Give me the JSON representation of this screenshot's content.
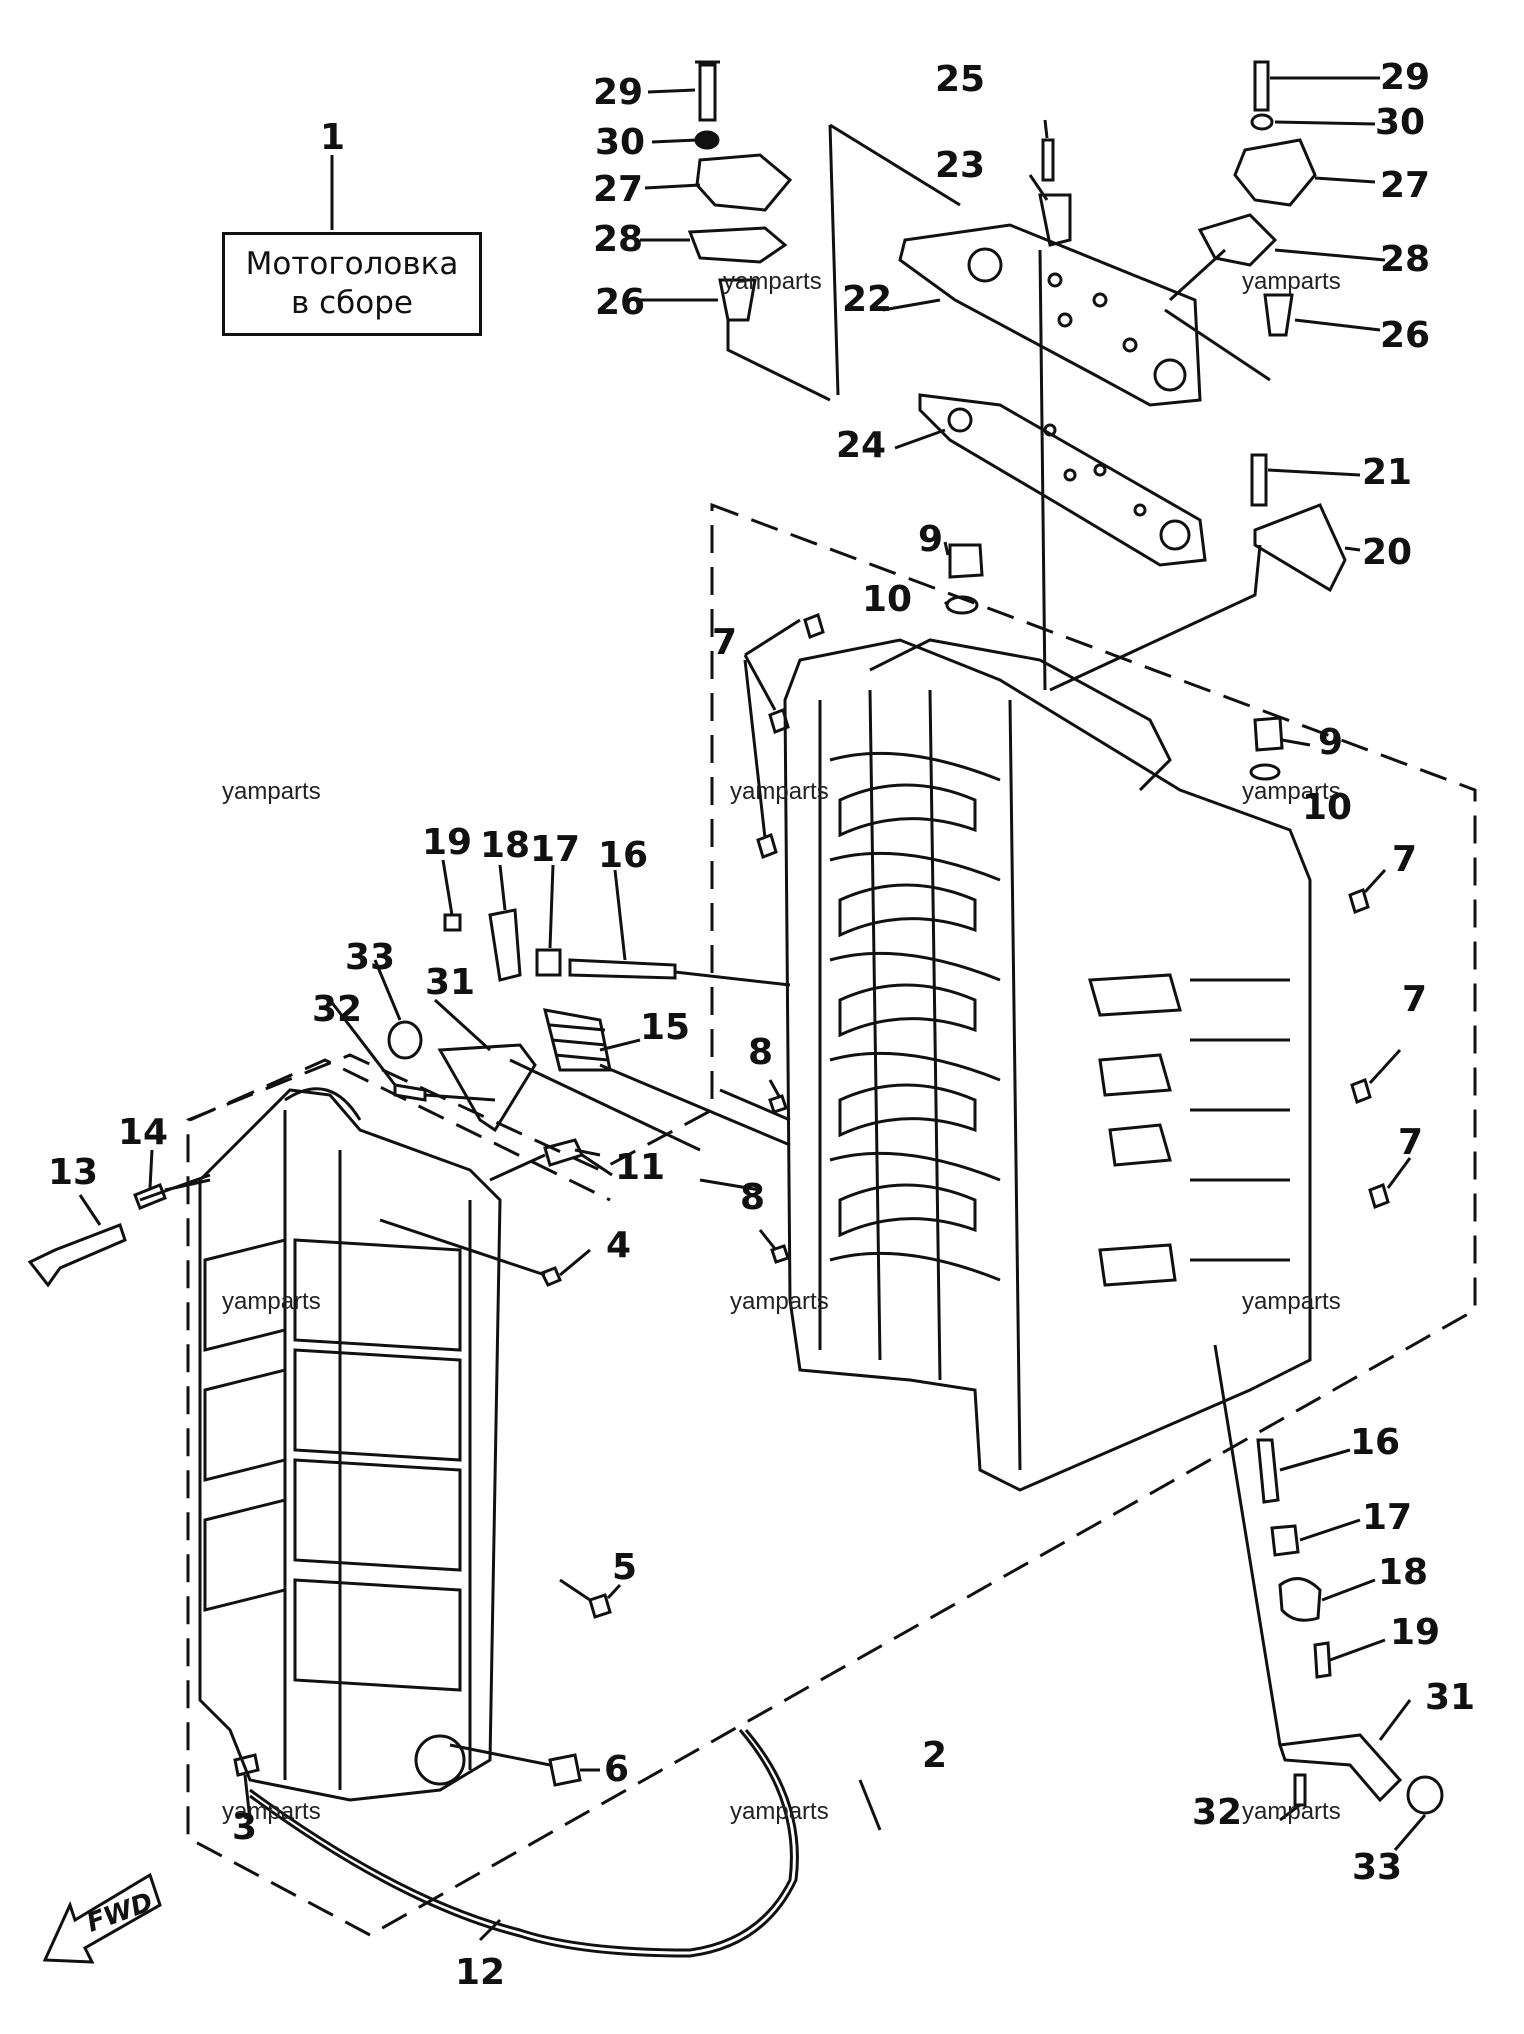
{
  "title": {
    "line1": "Мотоголовка",
    "line2": "в сборе"
  },
  "fwd": "FWD",
  "watermark": "yamparts",
  "labels": {
    "l1": "1",
    "l2": "2",
    "l3": "3",
    "l4": "4",
    "l5": "5",
    "l6": "6",
    "l7a": "7",
    "l7b": "7",
    "l7c": "7",
    "l7d": "7",
    "l8a": "8",
    "l8b": "8",
    "l9a": "9",
    "l9b": "9",
    "l10a": "10",
    "l10b": "10",
    "l11": "11",
    "l12": "12",
    "l13": "13",
    "l14": "14",
    "l15": "15",
    "l16a": "16",
    "l16b": "16",
    "l17a": "17",
    "l17b": "17",
    "l18a": "18",
    "l18b": "18",
    "l19a": "19",
    "l19b": "19",
    "l20": "20",
    "l21": "21",
    "l22": "22",
    "l23": "23",
    "l24": "24",
    "l25": "25",
    "l26a": "26",
    "l26b": "26",
    "l27a": "27",
    "l27b": "27",
    "l28a": "28",
    "l28b": "28",
    "l29a": "29",
    "l29b": "29",
    "l30a": "30",
    "l30b": "30",
    "l31a": "31",
    "l31b": "31",
    "l32a": "32",
    "l32b": "32",
    "l33a": "33",
    "l33b": "33"
  }
}
